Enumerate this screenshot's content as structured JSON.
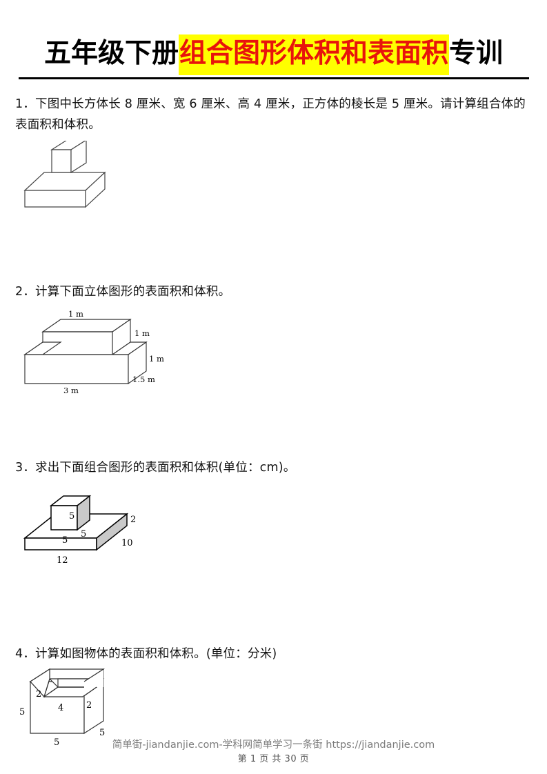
{
  "document": {
    "title_prefix": "五年级下册",
    "title_highlight": "组合图形体积和表面积",
    "title_suffix": "专训",
    "highlight_color": "#ffff00",
    "highlight_text_color": "#e8140c",
    "rule_color": "#000000"
  },
  "questions": [
    {
      "number": "1.",
      "text": "1．下图中长方体长 8 厘米、宽 6 厘米、高 4 厘米，正方体的棱长是 5 厘米。请计算组合体的表面积和体积。",
      "figure": {
        "name": "cuboid-with-cube-on-top",
        "labels": []
      }
    },
    {
      "number": "2.",
      "text": "2．计算下面立体图形的表面积和体积。",
      "figure": {
        "name": "two-step-solid",
        "labels": [
          "1 m",
          "1 m",
          "1 m",
          "1.5 m",
          "3 m"
        ],
        "label_top": "1 m",
        "label_upper_right": "1 m",
        "label_lower_right": "1 m",
        "label_depth": "1.5 m",
        "label_bottom": "3 m"
      }
    },
    {
      "number": "3.",
      "text": "3．求出下面组合图形的表面积和体积(单位：cm)。",
      "figure": {
        "name": "cube-on-slab",
        "labels": [
          "5",
          "5",
          "5",
          "2",
          "10",
          "12"
        ],
        "cube_face": "5",
        "cube_side": "5",
        "cube_front": "5",
        "slab_height": "2",
        "slab_depth": "10",
        "slab_width": "12"
      }
    },
    {
      "number": "4.",
      "text": "4．计算如图物体的表面积和体积。(单位：分米)",
      "figure": {
        "name": "cube-with-notch",
        "labels": [
          "2",
          "2",
          "4",
          "5",
          "5",
          "5"
        ],
        "notch_left_height": "2",
        "notch_right_height": "2",
        "notch_width": "4",
        "left_height": "5",
        "bottom_width": "5",
        "depth": "5"
      }
    }
  ],
  "footer": {
    "site": "简单街-jiandanjie.com-学科网简单学习一条街 https://jiandanjie.com",
    "page": "第 1 页 共 30 页"
  }
}
